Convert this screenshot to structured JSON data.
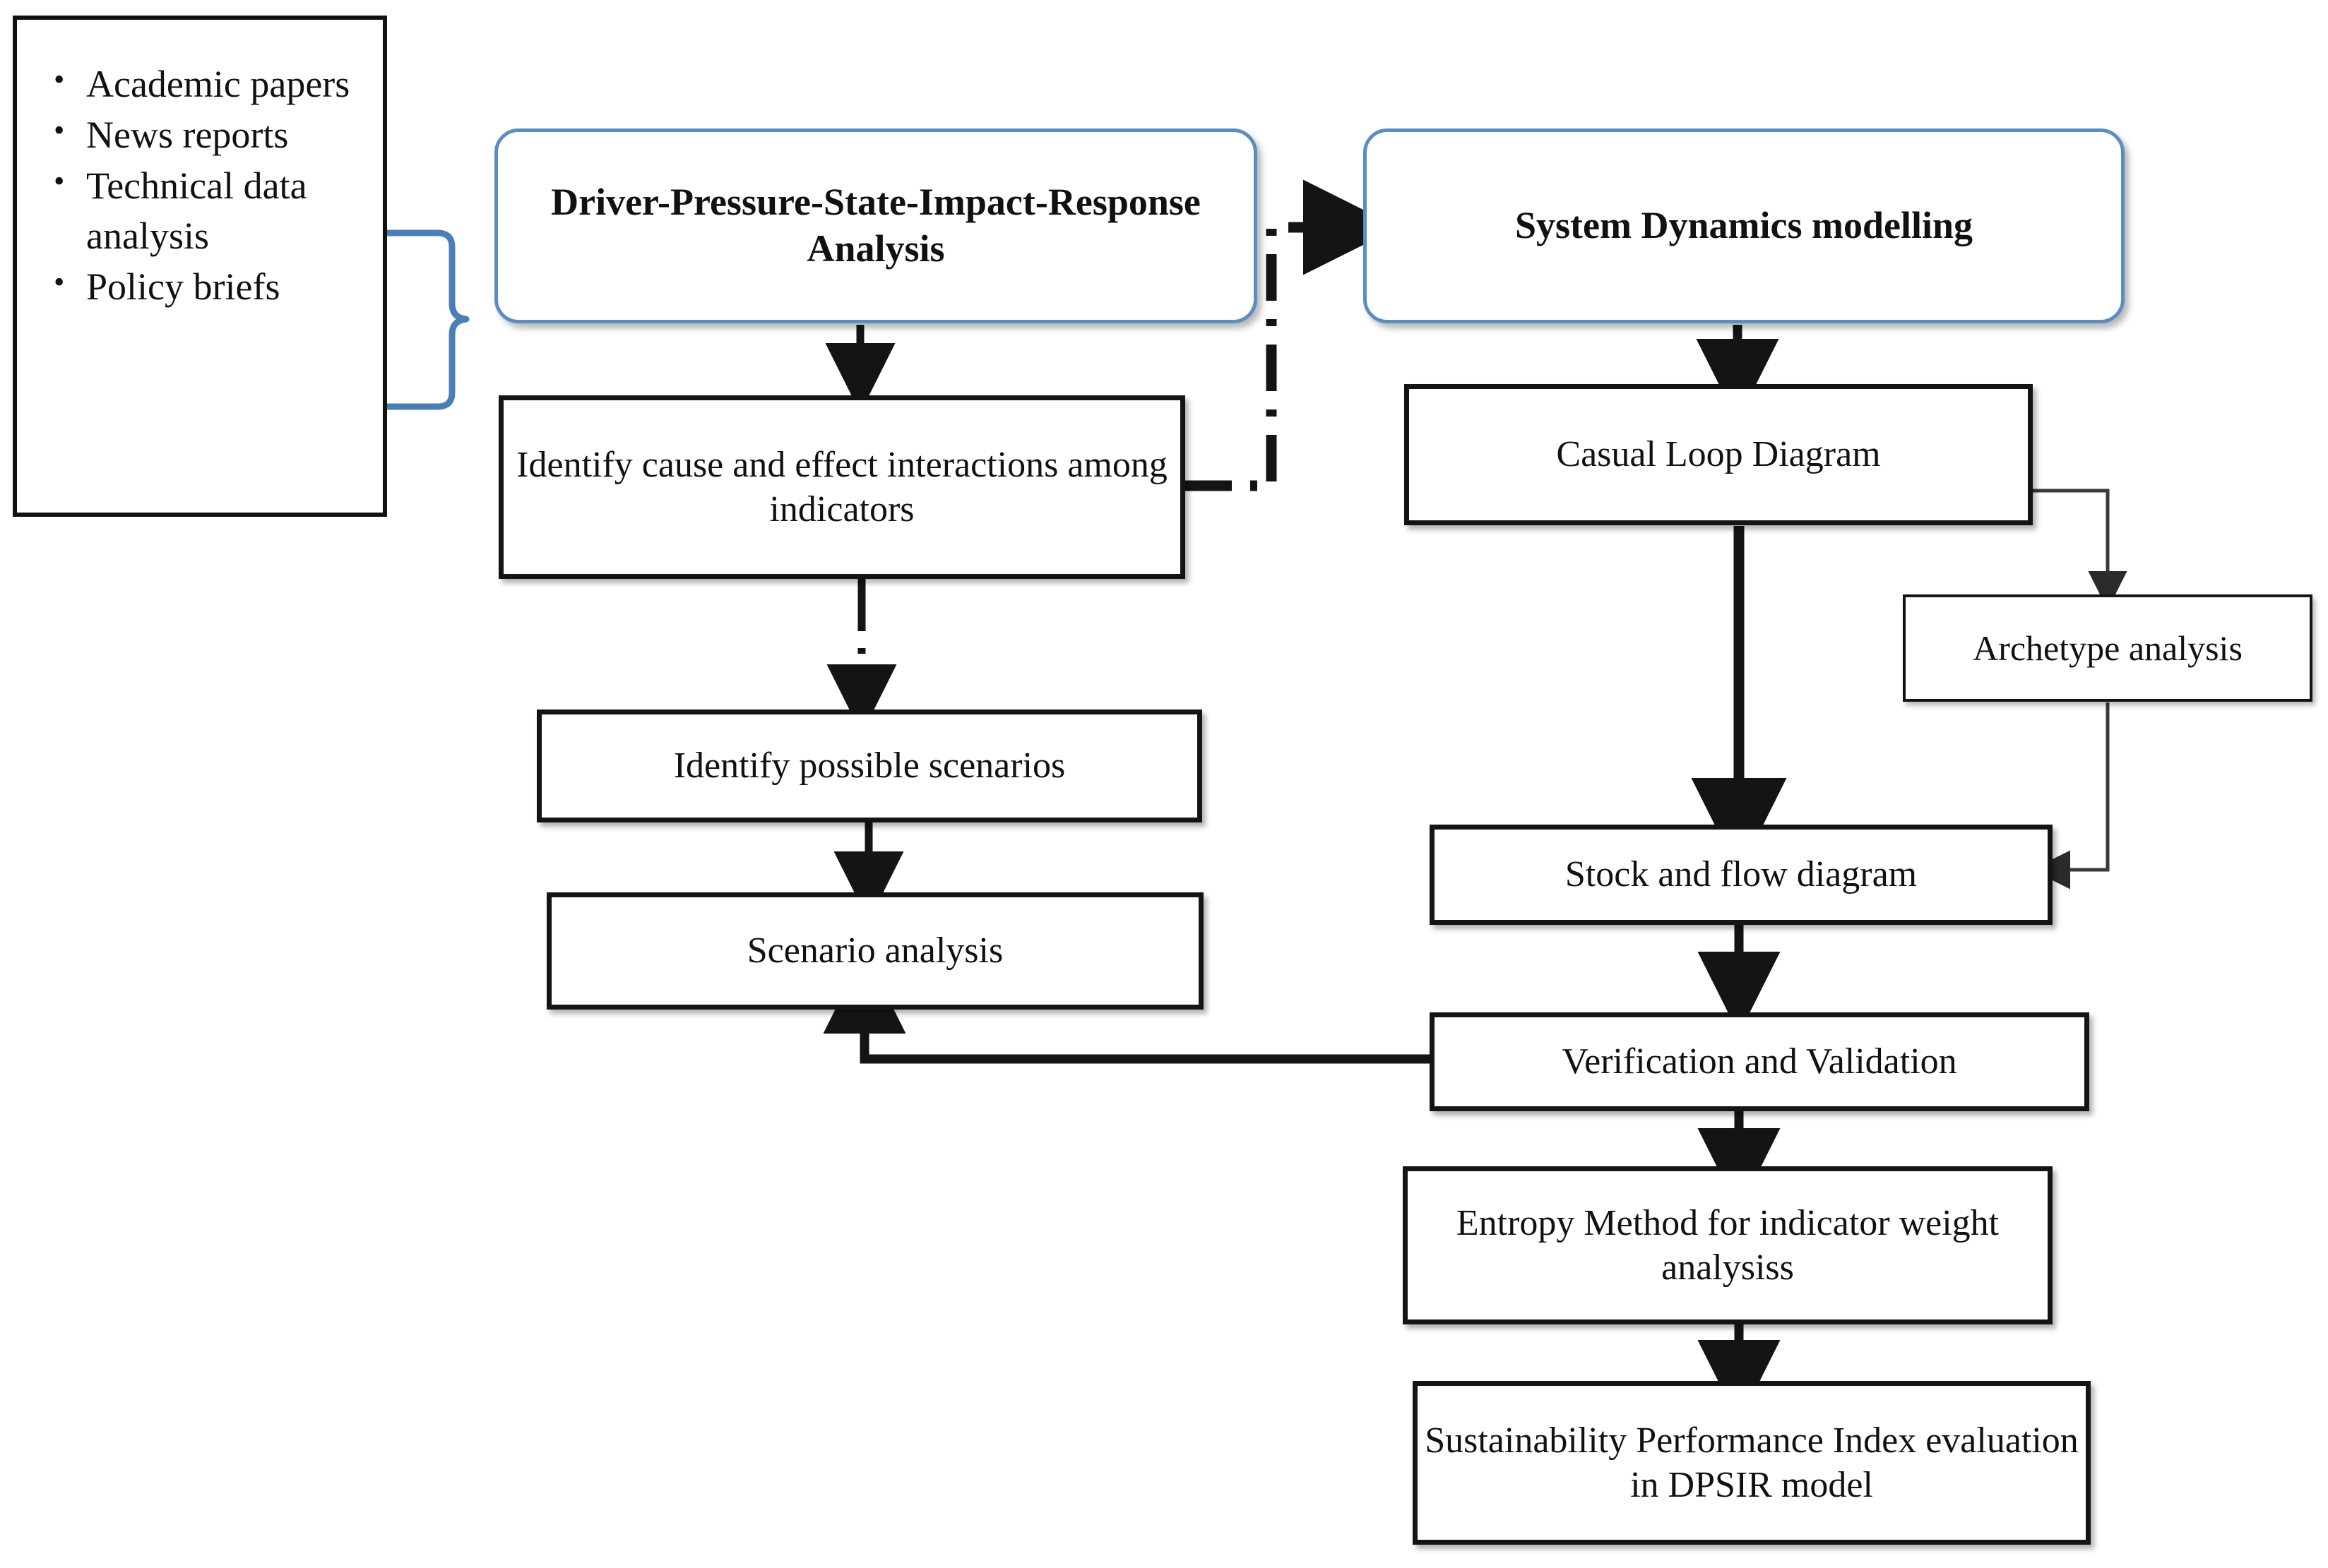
{
  "diagram": {
    "title": "DPSIR and System Dynamics research methodology flowchart",
    "colors": {
      "stage_border_blue": "#5b8dc0",
      "box_border_black": "#141414",
      "brace_blue": "#4a7fb5",
      "background": "#ffffff"
    }
  },
  "sources": {
    "items": [
      "Academic papers",
      "News reports",
      "Technical data analysis",
      "Policy briefs"
    ]
  },
  "stages": {
    "dpsir": "Driver-Pressure-State-Impact-Response Analysis",
    "sd": "System Dynamics modelling"
  },
  "left_column": {
    "identify_interactions": "Identify cause and effect interactions among indicators",
    "identify_scenarios": "Identify possible scenarios",
    "scenario_analysis": "Scenario analysis"
  },
  "right_column": {
    "causal_loop": "Casual Loop Diagram",
    "archetype": "Archetype analysis",
    "stock_flow": "Stock and flow diagram",
    "verification": "Verification and Validation",
    "entropy": "Entropy Method for indicator weight analysiss",
    "spi": "Sustainability Performance Index evaluation  in DPSIR model"
  },
  "connectors": [
    {
      "name": "sources-to-dpsir",
      "style": "blue-curly-brace"
    },
    {
      "name": "dpsir-to-identify-interactions",
      "style": "dashed-arrow-down"
    },
    {
      "name": "identify-interactions-to-sd",
      "style": "dash-dot-elbow-arrow-right"
    },
    {
      "name": "identify-interactions-to-scenarios",
      "style": "dash-dot-arrow-down"
    },
    {
      "name": "scenarios-to-scenario-analysis",
      "style": "solid-arrow-down"
    },
    {
      "name": "sd-to-causal-loop",
      "style": "solid-arrow-down"
    },
    {
      "name": "causal-loop-to-archetype",
      "style": "thin-elbow-arrow-down"
    },
    {
      "name": "causal-loop-to-stock-flow",
      "style": "solid-arrow-down"
    },
    {
      "name": "archetype-to-stock-flow",
      "style": "thin-elbow-arrow-left"
    },
    {
      "name": "stock-flow-to-verification",
      "style": "solid-arrow-down"
    },
    {
      "name": "verification-to-scenario-analysis",
      "style": "solid-elbow-arrow-up-left"
    },
    {
      "name": "verification-to-entropy",
      "style": "solid-arrow-down"
    },
    {
      "name": "entropy-to-spi",
      "style": "solid-arrow-down"
    }
  ]
}
